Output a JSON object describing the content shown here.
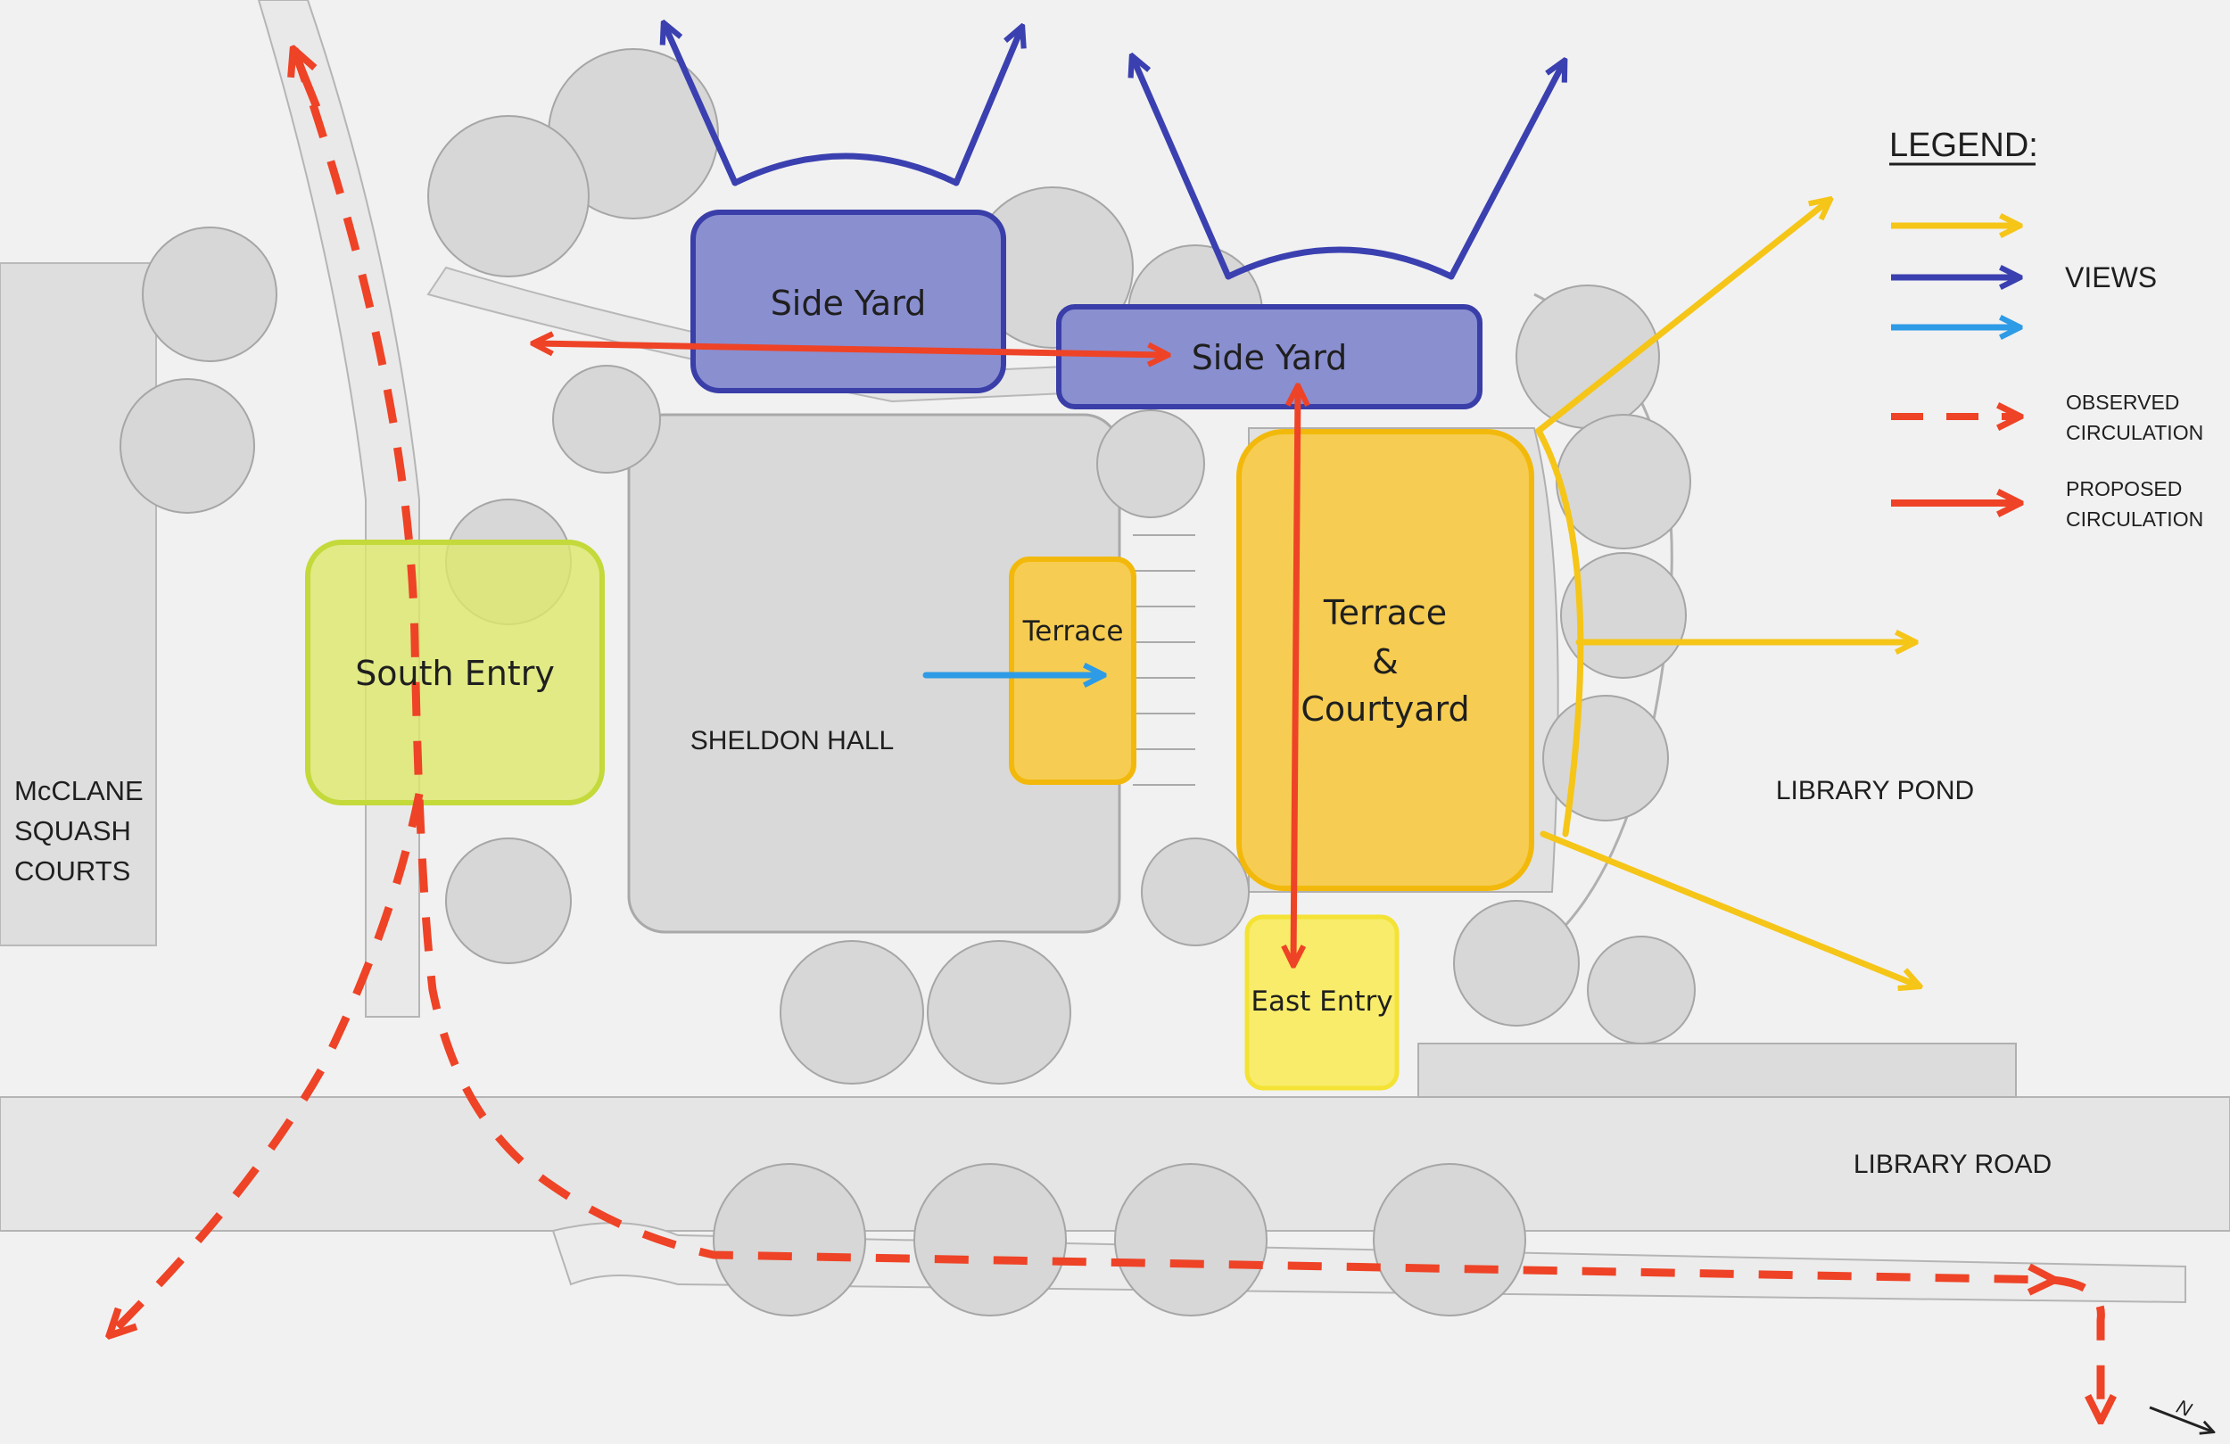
{
  "diagram": {
    "zones": {
      "side_yard_left": "Side Yard",
      "side_yard_right": "Side Yard",
      "south_entry": "South Entry",
      "terrace_small": "Terrace",
      "terrace_courtyard": [
        "Terrace",
        "&",
        "Courtyard"
      ],
      "east_entry": "East Entry"
    },
    "place_labels": {
      "sheldon_hall": "SHELDON HALL",
      "mcclane": [
        "McCLANE",
        "SQUASH",
        "COURTS"
      ],
      "library_pond": "LIBRARY POND",
      "library_road": "LIBRARY ROAD"
    },
    "north_label": "N",
    "colors": {
      "yard_blue": "#8a8fd0",
      "yard_stroke": "#3a3ea8",
      "view_navy": "#3b40b0",
      "view_gold": "#f5c518",
      "view_light_blue": "#2e9be6",
      "circulation_red": "#ee4326",
      "entry_green": "#dde86a",
      "terrace_fill": "#f6cd52",
      "east_entry_fill": "#f8ec6a",
      "building_gray": "#d9d9d9"
    }
  },
  "legend": {
    "title": "LEGEND:",
    "views_label": "VIEWS",
    "observed_label": [
      "OBSERVED",
      "CIRCULATION"
    ],
    "proposed_label": [
      "PROPOSED",
      "CIRCULATION"
    ]
  }
}
